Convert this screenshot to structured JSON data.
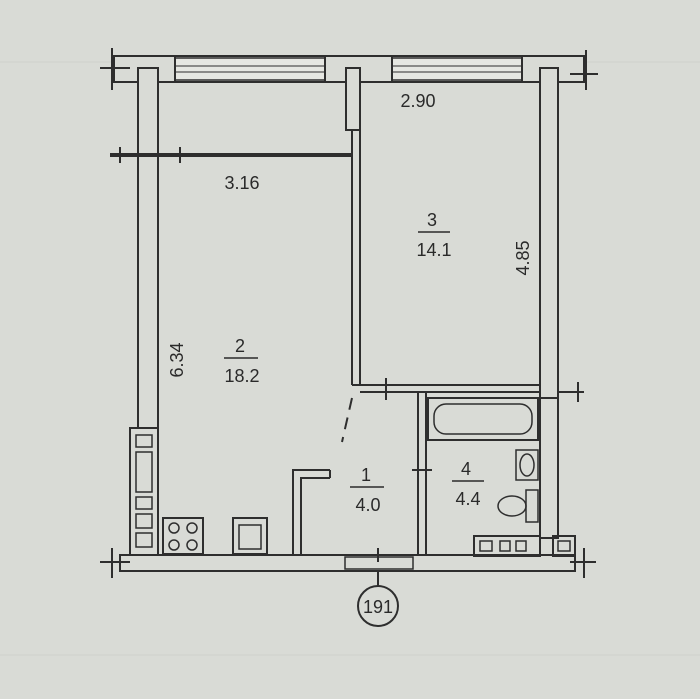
{
  "rooms": [
    {
      "number": "2",
      "area": "18.2"
    },
    {
      "number": "3",
      "area": "14.1"
    },
    {
      "number": "1",
      "area": "4.0"
    },
    {
      "number": "4",
      "area": "4.4"
    }
  ],
  "dimensions": {
    "top": "2.90",
    "left_room_width": "3.16",
    "left_room_height": "6.34",
    "right_room_height": "4.85"
  },
  "apartment_number": "191",
  "colors": {
    "background": "#d9dbd6",
    "ink": "#2e2e2e"
  }
}
